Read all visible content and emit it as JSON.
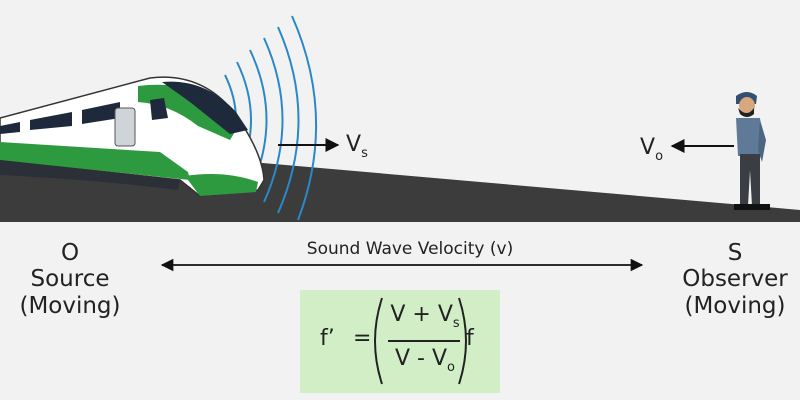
{
  "source": {
    "letter": "O",
    "line1": "Source",
    "line2": "(Moving)"
  },
  "observer": {
    "letter": "S",
    "line1": "Observer",
    "line2": "(Moving)"
  },
  "wave_velocity_label": "Sound Wave Velocity (v)",
  "source_velocity": {
    "main": "V",
    "sub": "s"
  },
  "observer_velocity": {
    "main": "V",
    "sub": "o"
  },
  "formula": {
    "lhs": "f’",
    "equals": "=",
    "numerator_main": "V + V",
    "numerator_sub": "s",
    "denominator_main": "V - V",
    "denominator_sub": "o",
    "trailing": "f"
  },
  "colors": {
    "background": "#f2f2f2",
    "ground": "#3c3c3c",
    "train_white": "#ffffff",
    "train_green": "#2e9a3f",
    "train_dark": "#1e2a3c",
    "sound_waves": "#2b88c8",
    "formula_box": "#d2eec6"
  },
  "icons": [
    "train-icon",
    "sound-wave-icon",
    "person-icon",
    "arrow-right-icon",
    "arrow-left-icon",
    "double-arrow-icon"
  ]
}
